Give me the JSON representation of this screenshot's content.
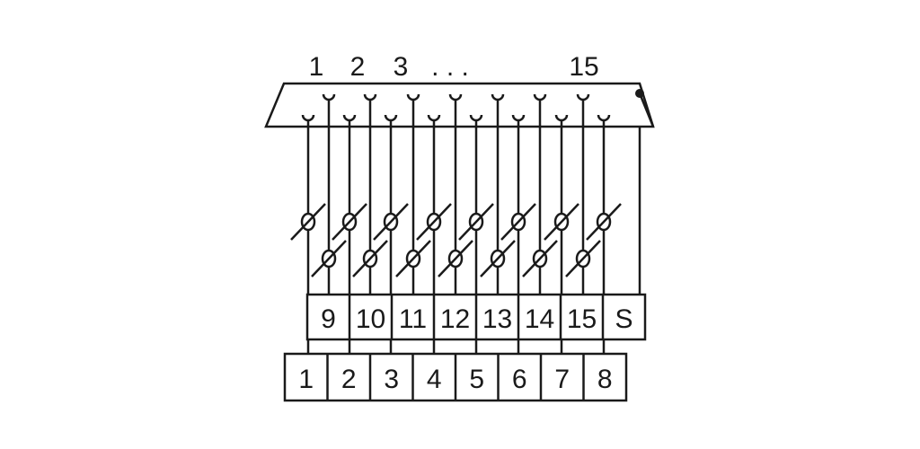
{
  "connector": {
    "pin_header_labels": [
      "1",
      "2",
      "3",
      ". . .",
      "15"
    ]
  },
  "terminals": {
    "upper_row": [
      "9",
      "10",
      "11",
      "12",
      "13",
      "14",
      "15",
      "S"
    ],
    "lower_row": [
      "1",
      "2",
      "3",
      "4",
      "5",
      "6",
      "7",
      "8"
    ]
  },
  "colors": {
    "line": "#1a1a1a",
    "background": "#ffffff"
  }
}
